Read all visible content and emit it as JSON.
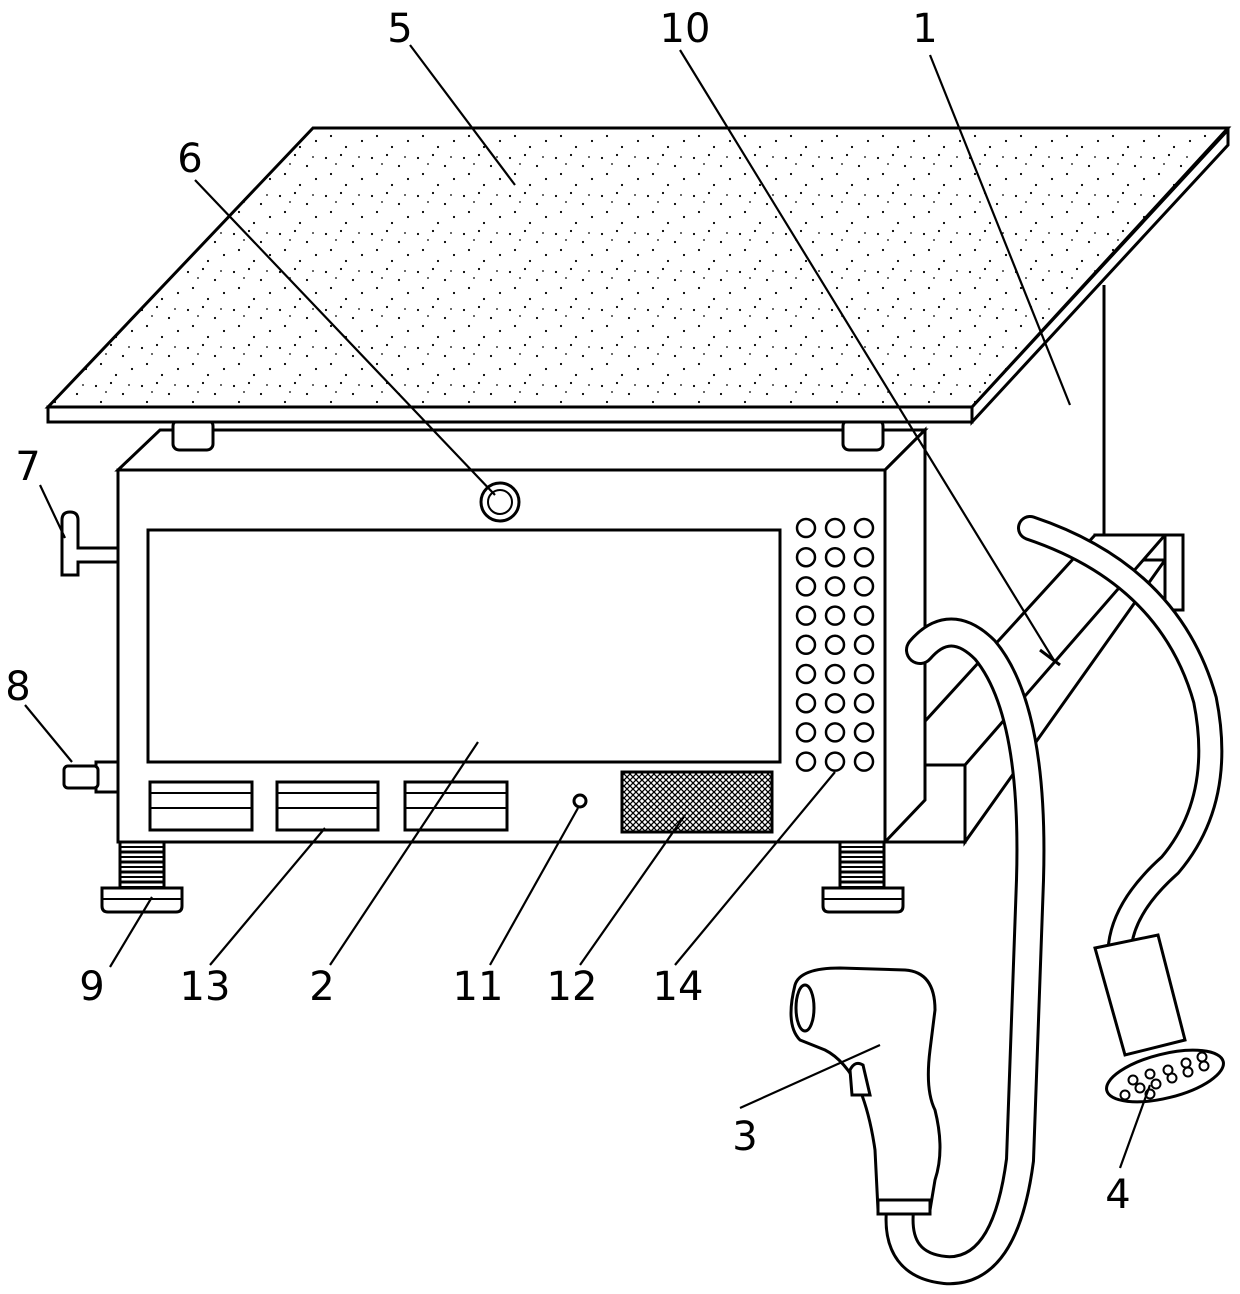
{
  "figure": {
    "type": "patent-drawing",
    "subject": "Cabinet with solar panel roof, side fixtures, spray gun and shower head",
    "colors": {
      "line": "#000000",
      "background": "#ffffff"
    }
  },
  "labels": [
    {
      "id": "label-1",
      "text": "1",
      "part": "side-support-bracket"
    },
    {
      "id": "label-2",
      "text": "2",
      "part": "display-screen"
    },
    {
      "id": "label-3",
      "text": "3",
      "part": "spray-gun"
    },
    {
      "id": "label-4",
      "text": "4",
      "part": "shower-head"
    },
    {
      "id": "label-5",
      "text": "5",
      "part": "solar-panel"
    },
    {
      "id": "label-6",
      "text": "6",
      "part": "camera"
    },
    {
      "id": "label-7",
      "text": "7",
      "part": "handle"
    },
    {
      "id": "label-8",
      "text": "8",
      "part": "inlet-pipe"
    },
    {
      "id": "label-9",
      "text": "9",
      "part": "adjustable-foot"
    },
    {
      "id": "label-10",
      "text": "10",
      "part": "hose-support-arm"
    },
    {
      "id": "label-11",
      "text": "11",
      "part": "indicator-light"
    },
    {
      "id": "label-12",
      "text": "12",
      "part": "speaker-grille"
    },
    {
      "id": "label-13",
      "text": "13",
      "part": "control-button"
    },
    {
      "id": "label-14",
      "text": "14",
      "part": "keypad"
    }
  ]
}
